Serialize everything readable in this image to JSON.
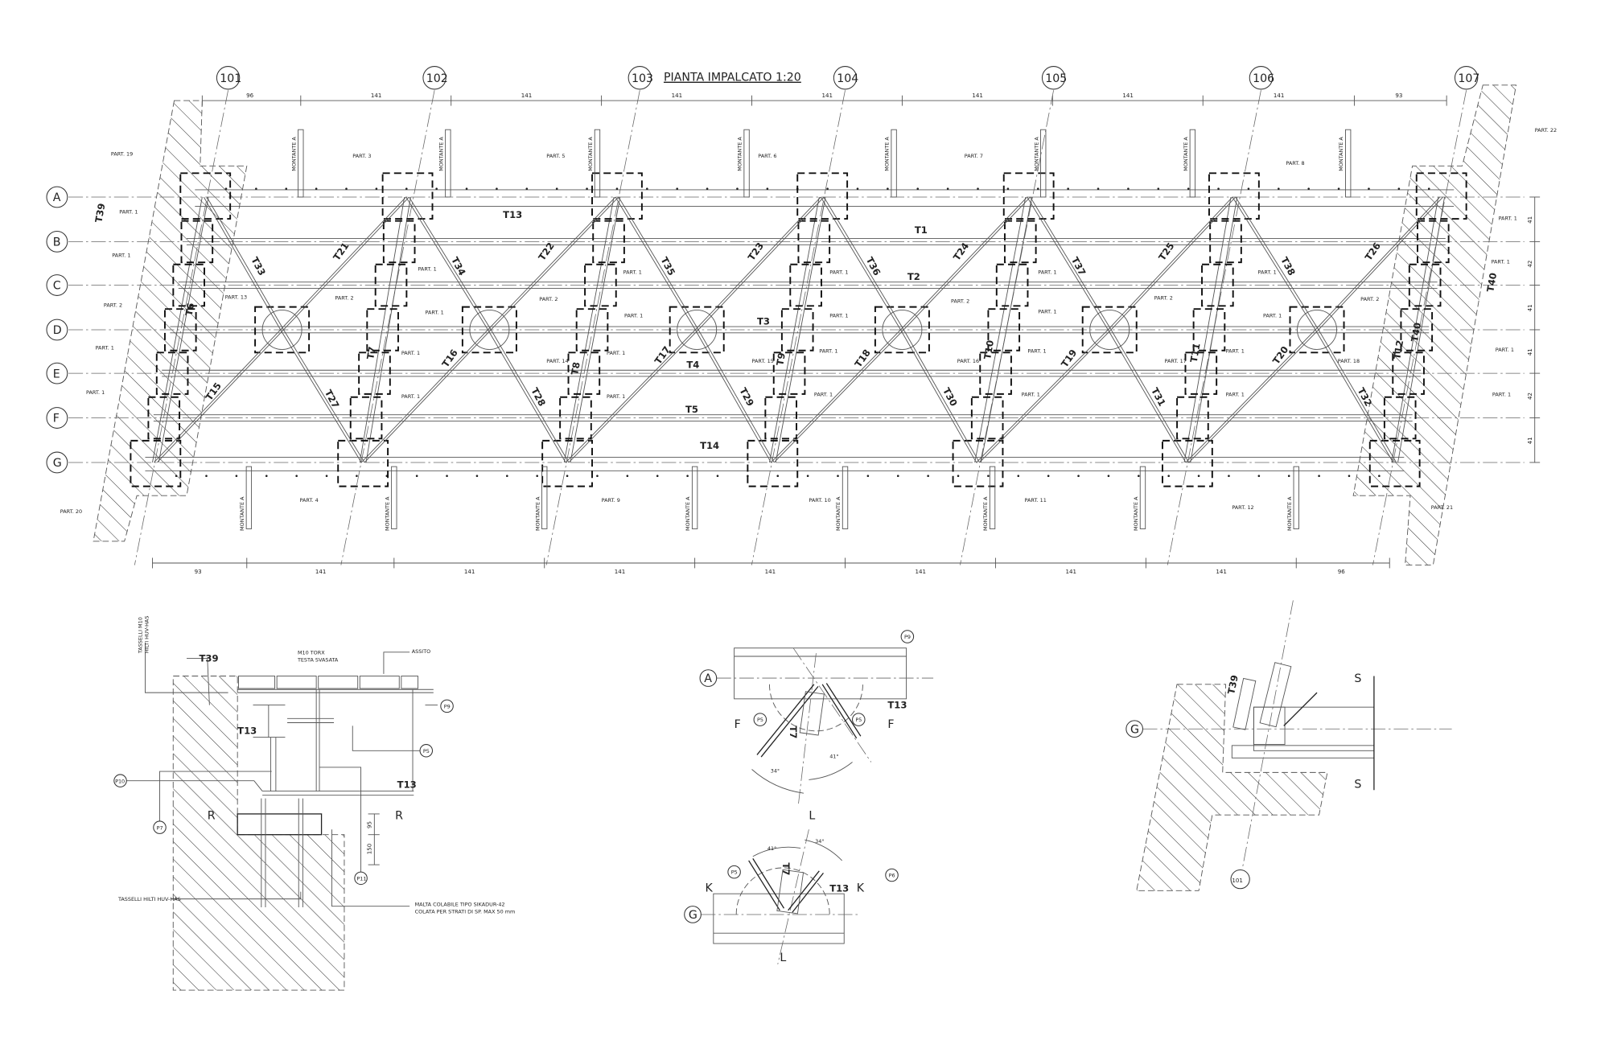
{
  "title": "PIANTA IMPALCATO 1:20",
  "axes": [
    "101",
    "102",
    "103",
    "104",
    "105",
    "106",
    "107"
  ],
  "rows": [
    "A",
    "B",
    "C",
    "D",
    "E",
    "F",
    "G"
  ],
  "dims_top": [
    "96",
    "141",
    "141",
    "141",
    "141",
    "141",
    "141",
    "141",
    "93"
  ],
  "dims_bottom": [
    "93",
    "141",
    "141",
    "141",
    "141",
    "141",
    "141",
    "141",
    "96"
  ],
  "dims_right": [
    "41",
    "42",
    "41",
    "41",
    "42",
    "41"
  ],
  "montante": "MONTANTE A",
  "members": [
    "T13",
    "T1",
    "T2",
    "T3",
    "T4",
    "T5",
    "T14",
    "T6",
    "T7",
    "T8",
    "T9",
    "T10",
    "T11",
    "T12",
    "T40",
    "T33",
    "T21",
    "T34",
    "T22",
    "T35",
    "T23",
    "T36",
    "T24",
    "T37",
    "T25",
    "T38",
    "T26",
    "T15",
    "T16",
    "T17",
    "T18",
    "T19",
    "T20",
    "T27",
    "T28",
    "T29",
    "T30",
    "T31",
    "T32",
    "T39",
    "T40"
  ],
  "parts": [
    "PART. 19",
    "PART. 3",
    "PART. 5",
    "PART. 6",
    "PART. 7",
    "PART. 8",
    "PART. 22",
    "PART. 1",
    "PART. 1",
    "PART. 2",
    "PART. 1",
    "PART. 1",
    "PART. 20",
    "PART. 13",
    "PART. 2",
    "PART. 1",
    "PART. 1",
    "PART. 1",
    "PART. 1",
    "PART. 4",
    "PART. 14",
    "PART. 2",
    "PART. 1",
    "PART. 1",
    "PART. 1",
    "PART. 1",
    "PART. 9",
    "PART. 15",
    "PART. 1",
    "PART. 1",
    "PART. 1",
    "PART. 1",
    "PART. 10",
    "PART. 16",
    "PART. 2",
    "PART. 1",
    "PART. 1",
    "PART. 1",
    "PART. 1",
    "PART. 11",
    "PART. 17",
    "PART. 2",
    "PART. 1",
    "PART. 1",
    "PART. 1",
    "PART. 1",
    "PART. 12",
    "PART. 18",
    "PART. 2",
    "PART. 1",
    "PART. 1",
    "PART. 1",
    "PART. 1",
    "PART. 21"
  ],
  "detail_r": {
    "t39": "T39",
    "anchor_top_1": "TASSELLI M10",
    "anchor_top_2": "HILTI HUV-HAS",
    "screw_1": "M10 TORX",
    "screw_2": "TESTA SVASATA",
    "deck": "ASSITO",
    "p9": "P9",
    "p5": "P5",
    "p10": "P10",
    "p7": "P7",
    "p11": "P11",
    "t13_a": "T13",
    "t13_b": "T13",
    "sec_left": "R",
    "sec_right": "R",
    "dim_1": "95",
    "dim_2": "150",
    "anchors": "TASSELLI HILTI HUV-HAS",
    "grout_1": "MALTA COLABILE TIPO SIKADUR-42",
    "grout_2": "COLATA PER STRATI DI SP. MAX 50 mm"
  },
  "detail_f": {
    "row": "A",
    "p9": "P9",
    "p5_left": "P5",
    "p5_right": "P5",
    "t13": "T13",
    "t7": "T7",
    "sec_left": "F",
    "sec_right": "F",
    "angle_1": "34°",
    "angle_2": "41°",
    "sec_l": "L"
  },
  "detail_k": {
    "row": "G",
    "p5": "P5",
    "p6": "P6",
    "t13": "T13",
    "t7": "T7",
    "sec_left": "K",
    "sec_right": "K",
    "angle_1": "41°",
    "angle_2": "34°",
    "sec_l": "L"
  },
  "detail_s": {
    "row": "G",
    "t39": "T39",
    "sec_top": "S",
    "sec_bottom": "S",
    "axis": "101"
  }
}
